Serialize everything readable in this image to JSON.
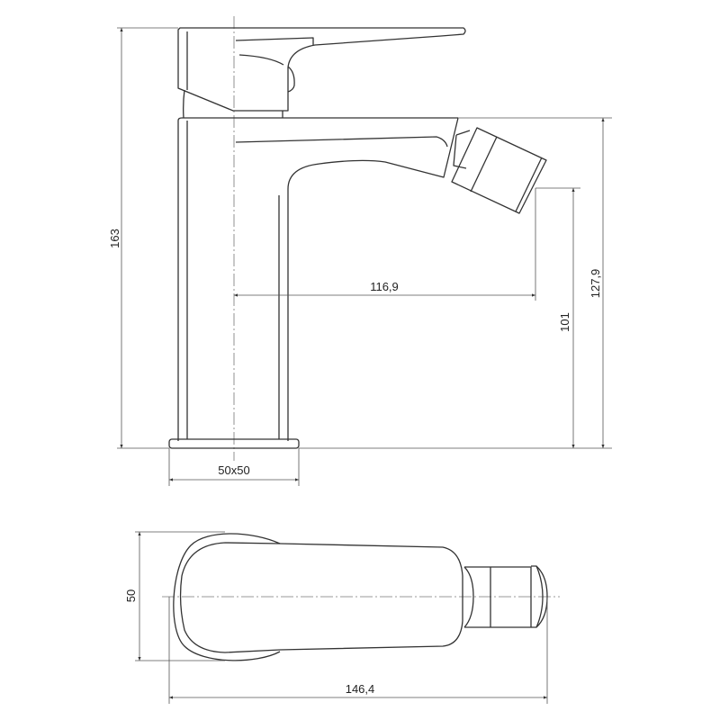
{
  "dimensions": {
    "total_height": "163",
    "spout_height": "127,9",
    "outlet_height": "101",
    "reach": "116,9",
    "base_size": "50x50",
    "top_width": "50",
    "top_length": "146,4"
  }
}
